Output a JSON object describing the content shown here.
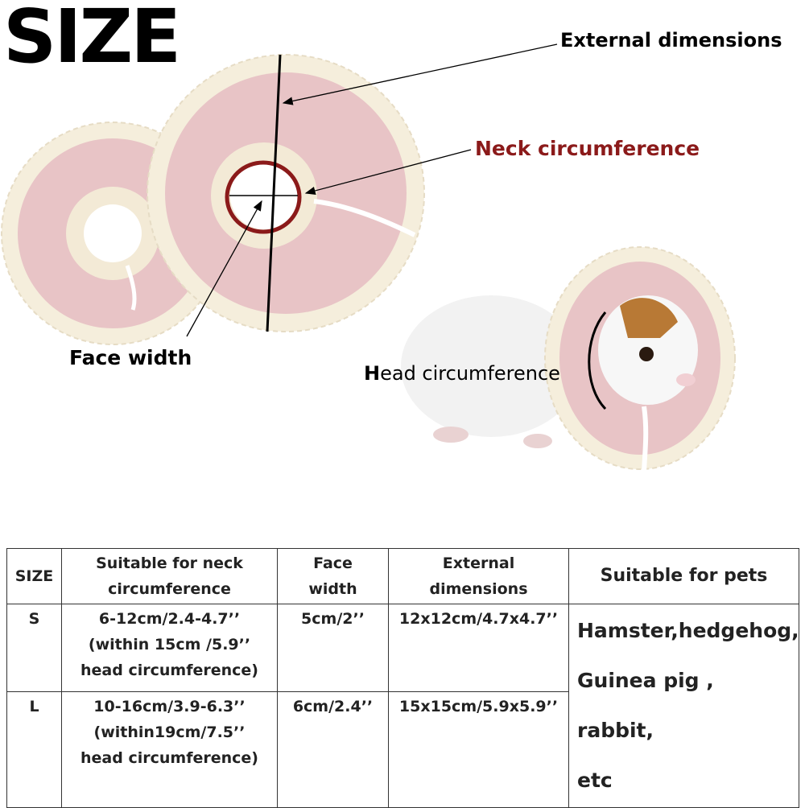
{
  "title": "SIZE",
  "labels": {
    "external_dimensions": "External dimensions",
    "neck_circumference": "Neck circumference",
    "face_width": "Face width",
    "head_circumference_initial": "H",
    "head_circumference_rest": "ead circumference"
  },
  "colors": {
    "collar_pink": "#e8c4c6",
    "ruffle_cream": "#f5eedc",
    "neck_red": "#8b1a1a"
  },
  "table": {
    "headers": {
      "size": "SIZE",
      "neck_line1": "Suitable for neck",
      "neck_line2": "circumference",
      "face_line1": "Face",
      "face_line2": "width",
      "ext_line1": "External",
      "ext_line2": "dimensions",
      "pets": "Suitable for pets"
    },
    "rows": [
      {
        "size": "S",
        "neck_line1": "6-12cm/2.4-4.7’’",
        "neck_line2": "(within 15cm /5.9’’",
        "neck_line3": "head circumference)",
        "face": "5cm/2’’",
        "ext": "12x12cm/4.7x4.7’’"
      },
      {
        "size": "L",
        "neck_line1": "10-16cm/3.9-6.3’’",
        "neck_line2": "(within19cm/7.5’’",
        "neck_line3": "head circumference)",
        "face": "6cm/2.4’’",
        "ext": "15x15cm/5.9x5.9’’"
      }
    ],
    "pets_line1": "Hamster,hedgehog,",
    "pets_line2": "Guinea pig , rabbit,",
    "pets_line3": "etc"
  }
}
